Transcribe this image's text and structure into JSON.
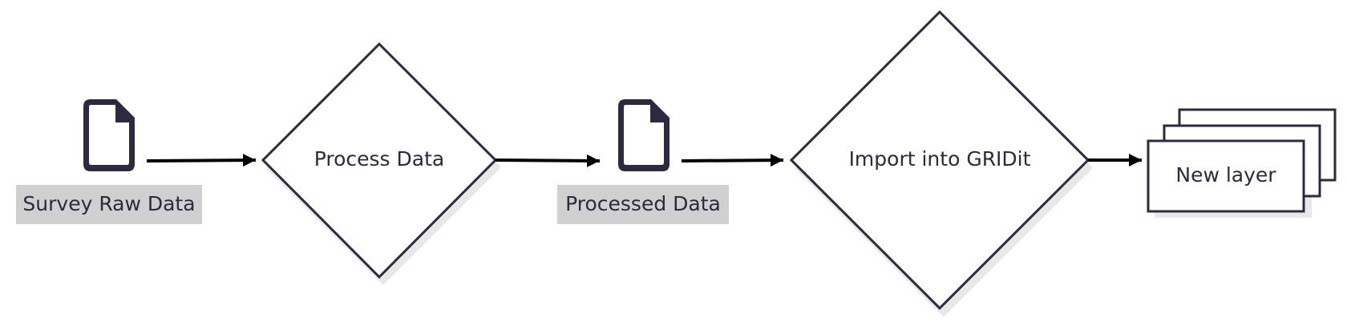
{
  "diagram": {
    "nodes": {
      "survey_raw_data": {
        "label": "Survey Raw Data",
        "icon": "document-icon"
      },
      "process_data": {
        "label": "Process Data",
        "shape": "decision"
      },
      "processed_data": {
        "label": "Processed Data",
        "icon": "document-icon"
      },
      "import_gridit": {
        "label": "Import into GRIDit",
        "shape": "decision"
      },
      "new_layer": {
        "label": "New layer",
        "shape": "stacked-pages"
      }
    },
    "colors": {
      "stroke": "#2b2a3f",
      "label_background": "#d0d0d0",
      "shadow": "#e8e8e8",
      "arrow": "#000000"
    }
  }
}
